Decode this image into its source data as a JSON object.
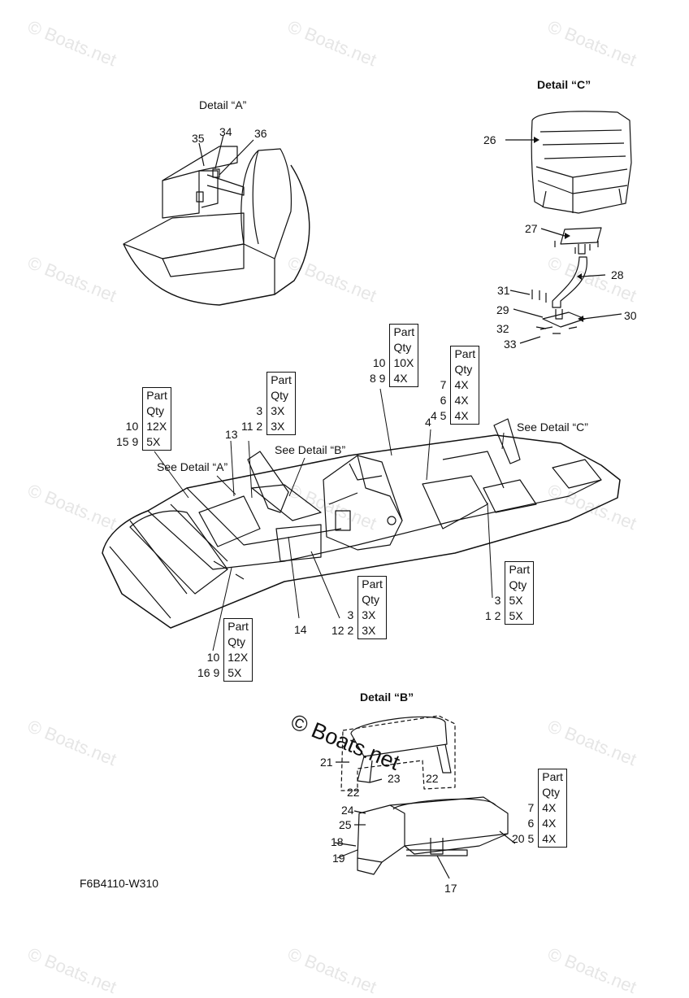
{
  "watermark": "© Boats.net",
  "diagram_code": "F6B4110-W310",
  "details": {
    "a": {
      "title": "Detail “A”"
    },
    "b": {
      "title": "Detail “B”"
    },
    "c": {
      "title": "Detail “C”"
    }
  },
  "see_labels": {
    "a": "See Detail “A”",
    "b": "See Detail “B”",
    "c": "See Detail “C”"
  },
  "callouts": {
    "n1": "1",
    "n2": "2",
    "n3": "3",
    "n4": "4",
    "n5": "5",
    "n6": "6",
    "n7": "7",
    "n8": "8",
    "n9": "9",
    "n10": "10",
    "n11": "11",
    "n12": "12",
    "n13": "13",
    "n14": "14",
    "n15": "15",
    "n16": "16",
    "n17": "17",
    "n18": "18",
    "n19": "19",
    "n20": "20",
    "n21": "21",
    "n22": "22",
    "n23": "23",
    "n24": "24",
    "n25": "25",
    "n26": "26",
    "n27": "27",
    "n28": "28",
    "n29": "29",
    "n30": "30",
    "n31": "31",
    "n32": "32",
    "n33": "33",
    "n34": "34",
    "n35": "35",
    "n36": "36"
  },
  "qty_header": {
    "part": "Part",
    "qty": "Qty"
  },
  "qty_tables": {
    "t_15_9": [
      {
        "nums": "10",
        "qty": "12X"
      },
      {
        "nums": "15   9",
        "qty": "5X"
      }
    ],
    "t_3_2": [
      {
        "nums": "3",
        "qty": "3X"
      },
      {
        "nums": "11   2",
        "qty": "3X"
      }
    ],
    "t_8": [
      {
        "nums": "10",
        "qty": "10X"
      },
      {
        "nums": "8   9",
        "qty": "4X"
      }
    ],
    "t_4": [
      {
        "nums": "7",
        "qty": "4X"
      },
      {
        "nums": "6",
        "qty": "4X"
      },
      {
        "nums": "4   5",
        "qty": "4X"
      }
    ],
    "t_12": [
      {
        "nums": "3",
        "qty": "3X"
      },
      {
        "nums": "12   2",
        "qty": "3X"
      }
    ],
    "t_1": [
      {
        "nums": "3",
        "qty": "5X"
      },
      {
        "nums": "1   2",
        "qty": "5X"
      }
    ],
    "t_16": [
      {
        "nums": "10",
        "qty": "12X"
      },
      {
        "nums": "16   9",
        "qty": "5X"
      }
    ],
    "t_b": [
      {
        "nums": "7",
        "qty": "4X"
      },
      {
        "nums": "6",
        "qty": "4X"
      },
      {
        "nums": "20   5",
        "qty": "4X"
      }
    ]
  }
}
